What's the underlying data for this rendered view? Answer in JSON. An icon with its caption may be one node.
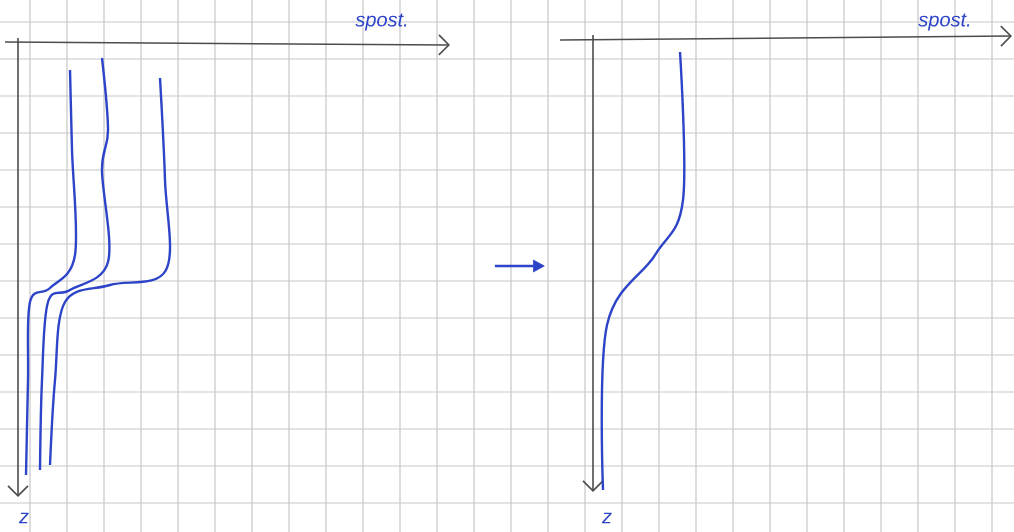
{
  "diagram": {
    "nodes": [
      {
        "text": [],
        "shape": "picture"
      },
      {
        "text": [],
        "shape": "picture"
      }
    ],
    "edges": [
      {
        "from": 0,
        "to": 1,
        "arrow": "to"
      }
    ],
    "labels": [
      "spost.",
      "z",
      "spost.",
      "z"
    ]
  }
}
